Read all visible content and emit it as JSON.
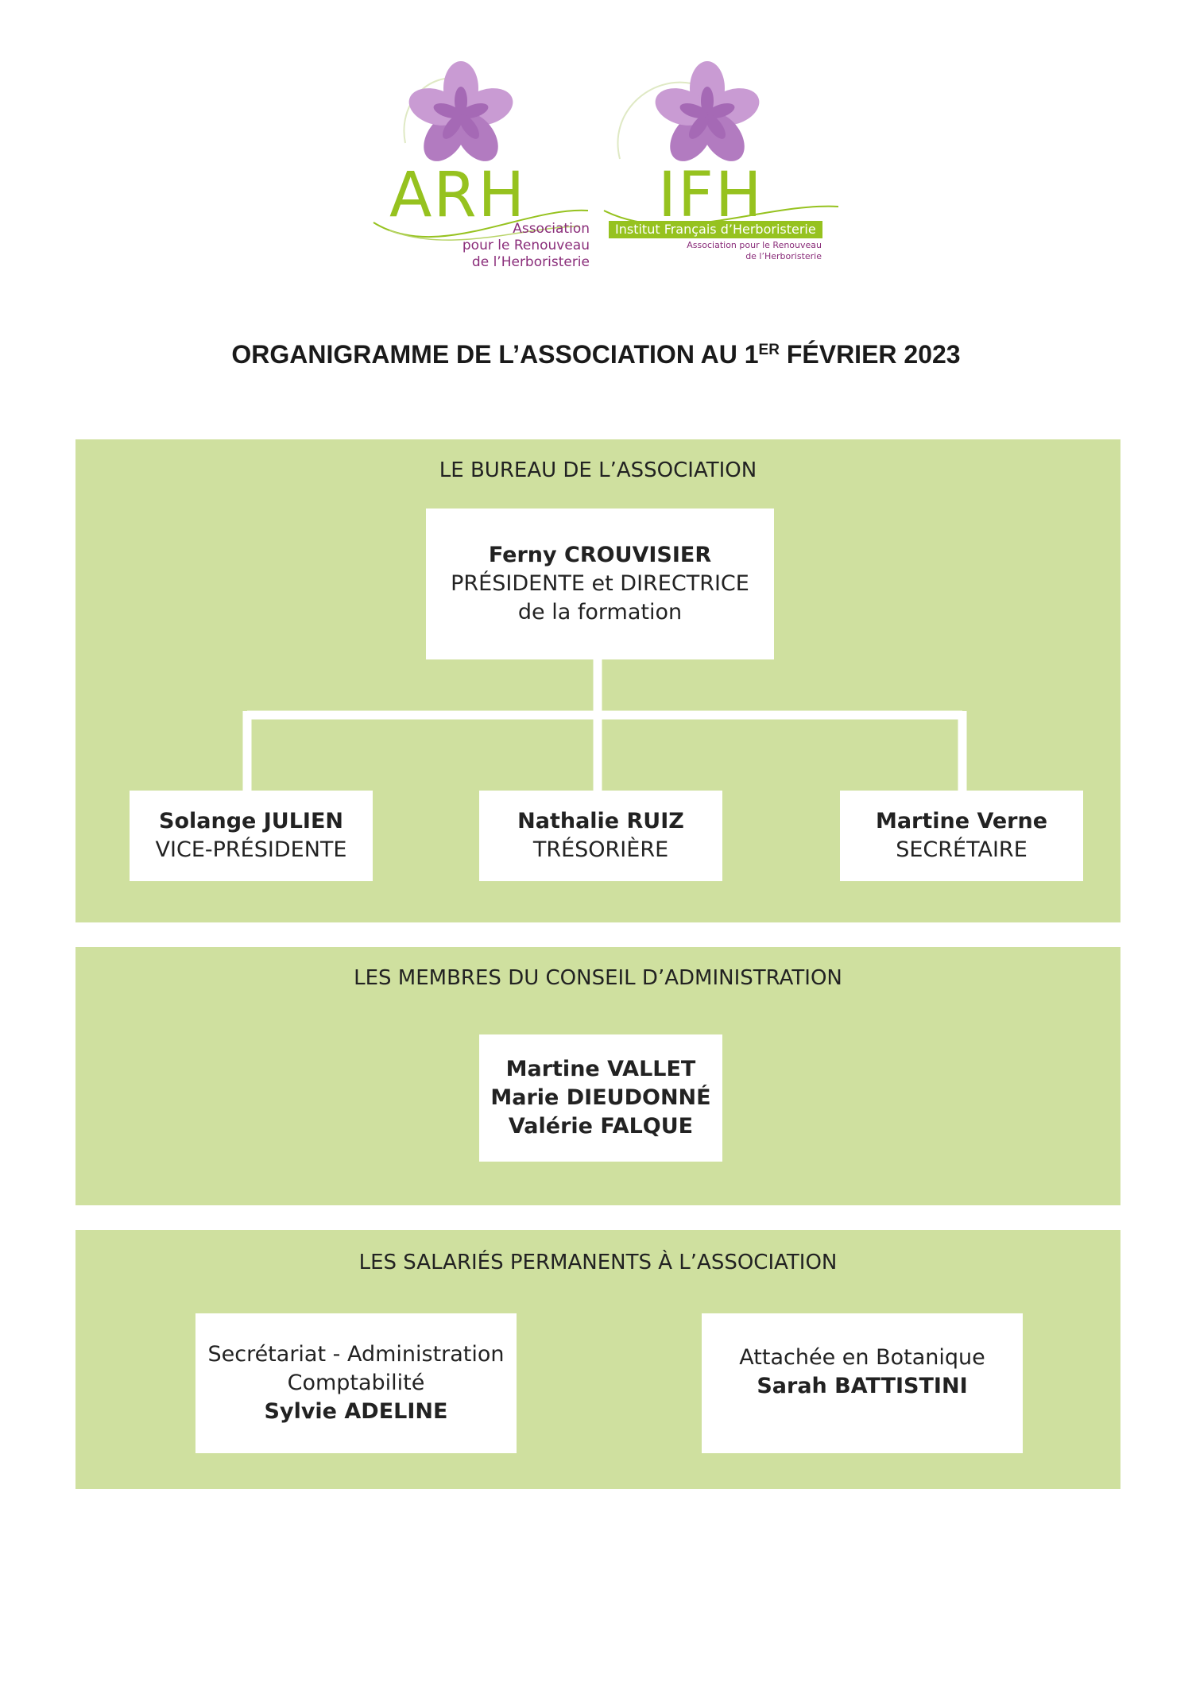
{
  "logos": {
    "arh": {
      "letters": "ARH",
      "subtitle": [
        "Association",
        "pour le Renouveau",
        "de l’Herboristerie"
      ]
    },
    "ifh": {
      "letters": "IFH",
      "band": "Institut Français d’Herboristerie",
      "subtitle": [
        "Association pour le Renouveau",
        "de l’Herboristerie"
      ]
    },
    "colors": {
      "green": "#96c21f",
      "violet": "#a569b5",
      "violet_light": "#c99bd3",
      "panel": "#cfe09f"
    }
  },
  "title": {
    "main": "ORGANIGRAMME DE L’ASSOCIATION AU 1",
    "sup": "ER",
    "tail": " FÉVRIER 2023"
  },
  "bureau": {
    "heading": "LE BUREAU DE L’ASSOCIATION",
    "president": {
      "name": "Ferny CROUVISIER",
      "role_1": "PRÉSIDENTE et DIRECTRICE",
      "role_2": "de la formation"
    },
    "members": [
      {
        "name": "Solange JULIEN",
        "role": "VICE-PRÉSIDENTE"
      },
      {
        "name": "Nathalie RUIZ",
        "role": "TRÉSORIÈRE"
      },
      {
        "name": "Martine Verne",
        "role": "SECRÉTAIRE"
      }
    ]
  },
  "conseil": {
    "heading": "LES MEMBRES DU CONSEIL D’ADMINISTRATION",
    "members": [
      "Martine VALLET",
      "Marie DIEUDONNÉ",
      "Valérie FALQUE"
    ]
  },
  "salaries": {
    "heading": "LES SALARIÉS PERMANENTS À L’ASSOCIATION",
    "left": {
      "line_1": "Secrétariat - Administration",
      "line_2": "Comptabilité",
      "name": "Sylvie ADELINE"
    },
    "right": {
      "line_1": "Attachée en Botanique",
      "name": "Sarah BATTISTINI"
    }
  }
}
